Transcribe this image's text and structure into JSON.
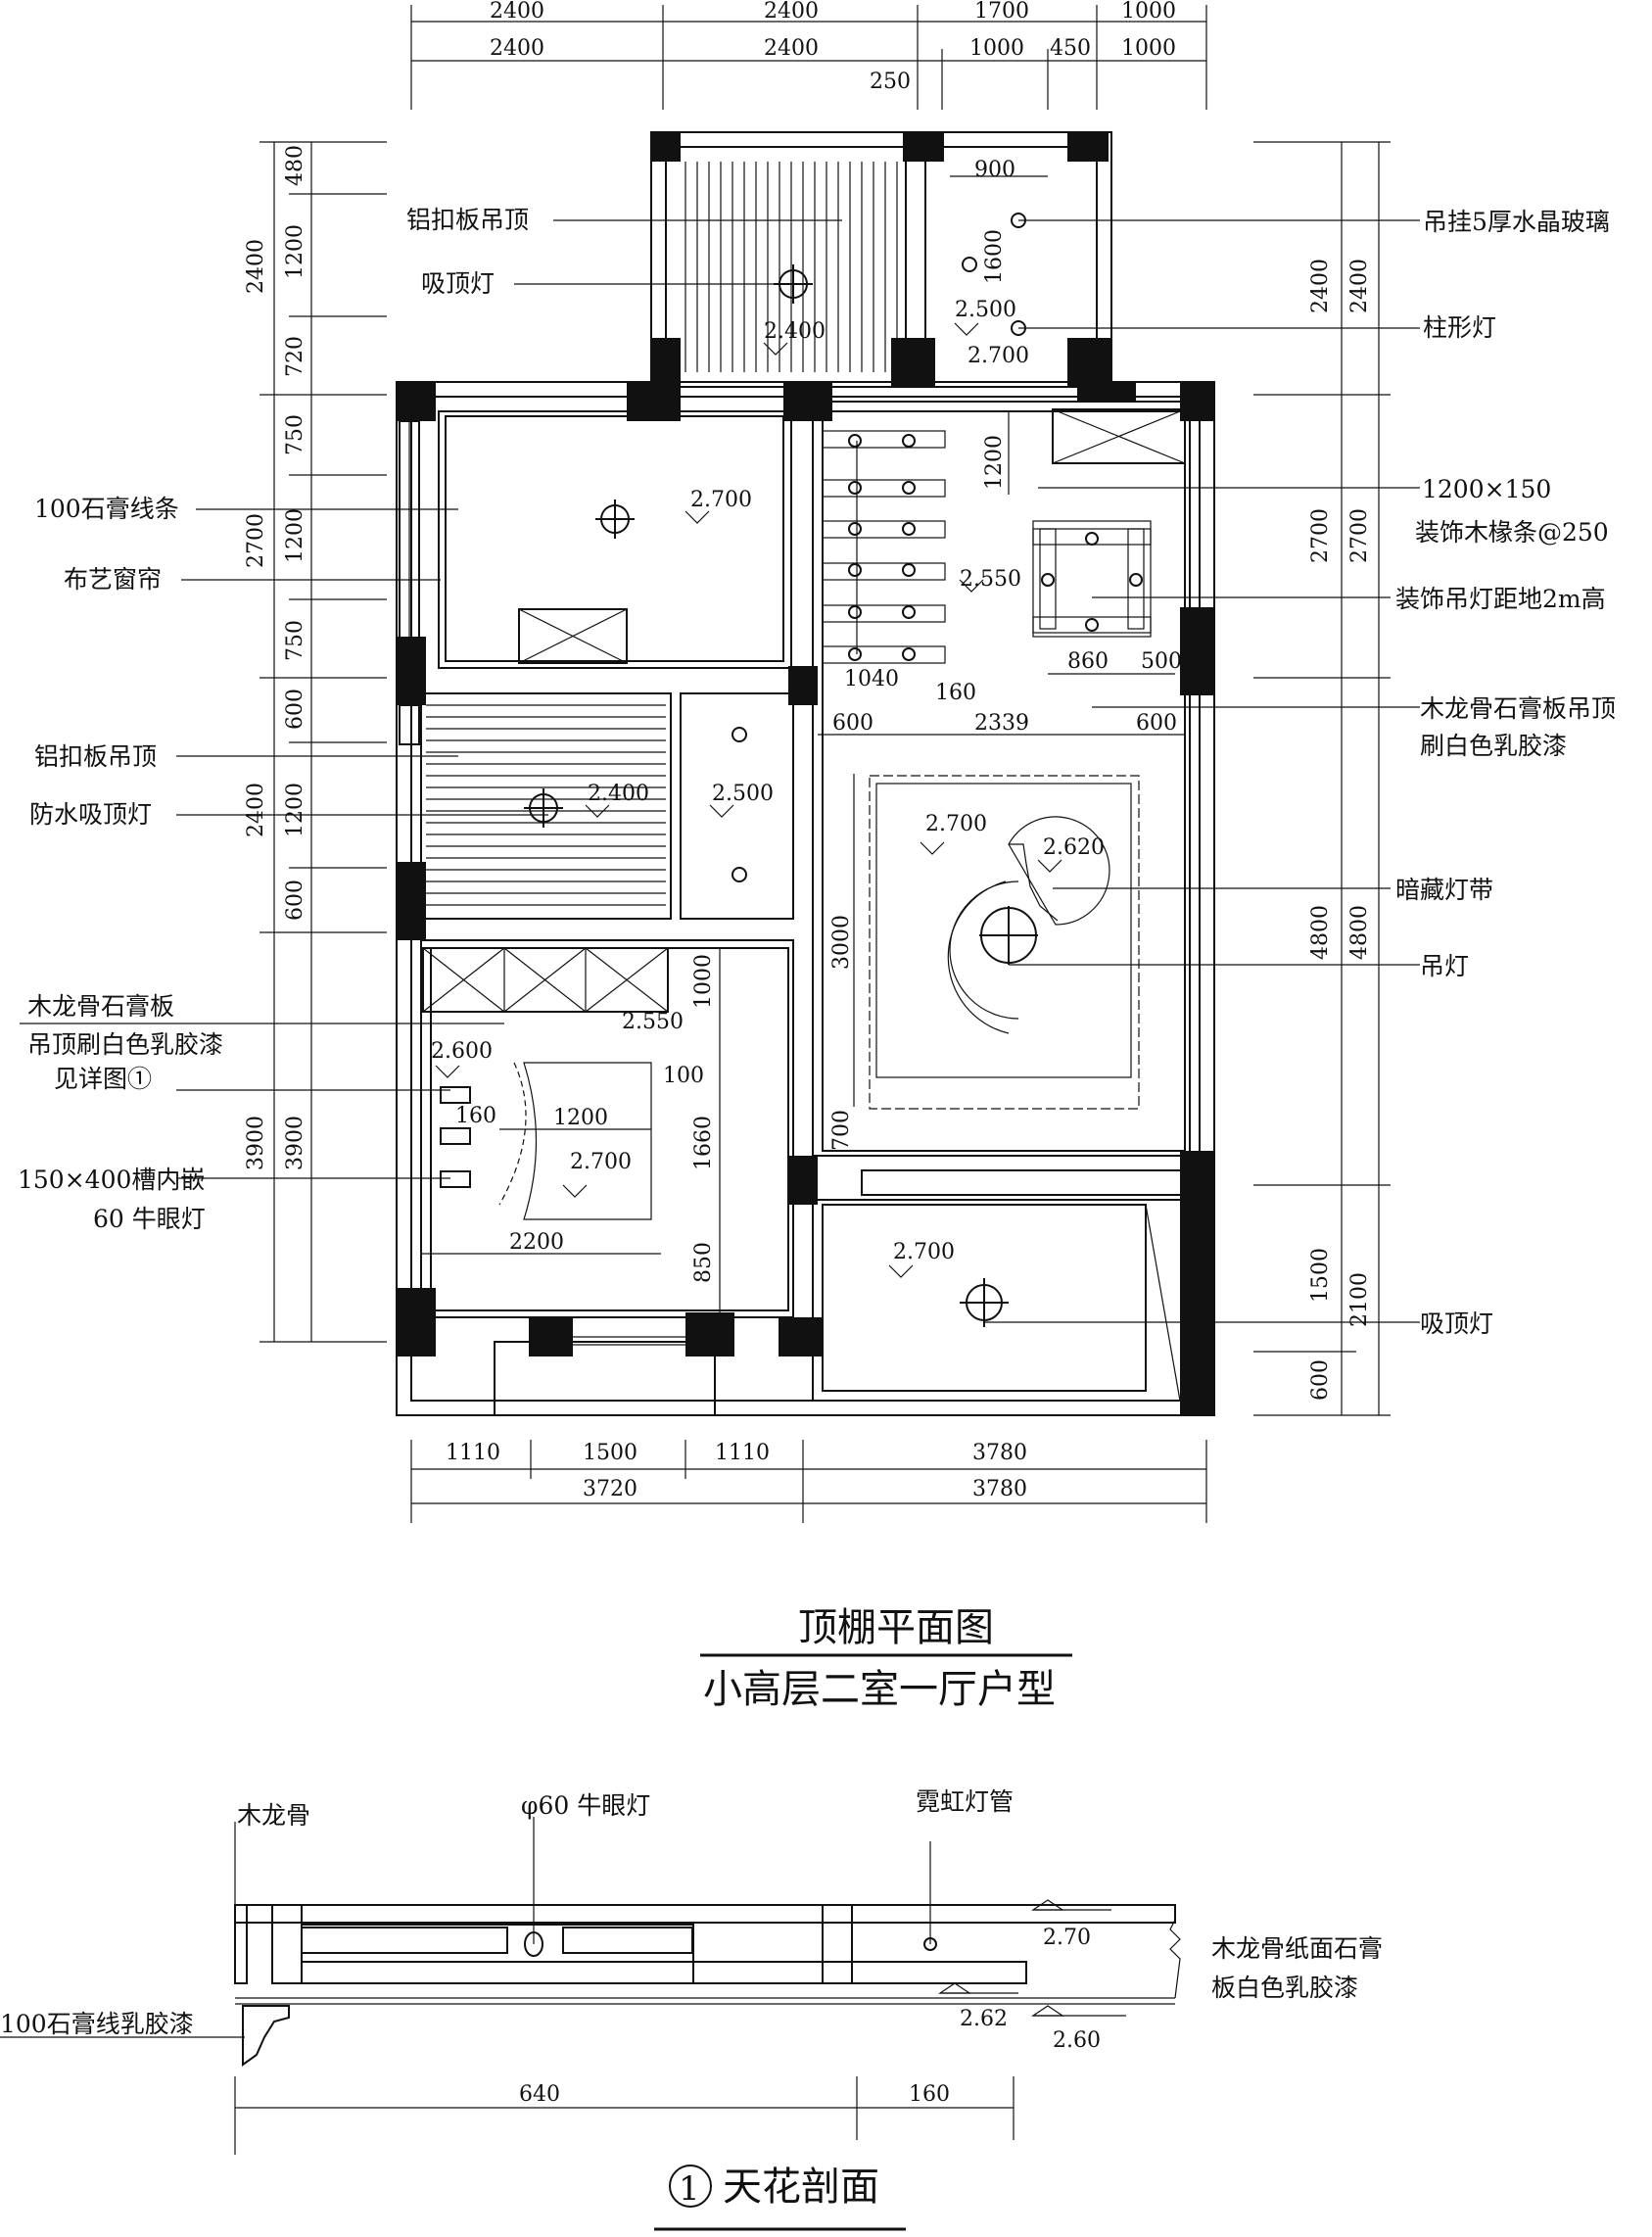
{
  "plan": {
    "title": "顶棚平面图",
    "subtitle": "小高层二室一厅户型",
    "top_dims_row1": [
      "2400",
      "2400",
      "1700",
      "1000"
    ],
    "top_dims_row2": [
      "2400",
      "2400",
      "1000",
      "450",
      "1000"
    ],
    "top_dim_250": "250",
    "bottom_dims_row1": [
      "1110",
      "1500",
      "1110",
      "3780"
    ],
    "bottom_dims_row2": [
      "3720",
      "3780"
    ],
    "left_dims_inner": [
      "480",
      "1200",
      "720",
      "750",
      "1200",
      "750",
      "600",
      "1200",
      "600",
      "3900"
    ],
    "left_dims_outer": [
      "2400",
      "2700",
      "2400",
      "3900"
    ],
    "right_dims_inner": [
      "2400",
      "2700",
      "4800",
      "1500",
      "600"
    ],
    "right_dims_outer": [
      "2400",
      "2700",
      "4800",
      "2100"
    ],
    "left_labels": [
      "铝扣板吊顶",
      "吸顶灯",
      "100石膏线条",
      "布艺窗帘",
      "铝扣板吊顶",
      "防水吸顶灯",
      "木龙骨石膏板",
      "吊顶刷白色乳胶漆",
      "见详图①",
      "150×400槽内嵌",
      "60 牛眼灯"
    ],
    "right_labels": [
      "吊挂5厚水晶玻璃",
      "柱形灯",
      "1200×150",
      "装饰木椽条@250",
      "装饰吊灯距地2m高",
      "木龙骨石膏板吊顶",
      "刷白色乳胶漆",
      "暗藏灯带",
      "吊灯",
      "吸顶灯"
    ],
    "elevations": [
      "2.400",
      "2.500",
      "2.700",
      "2.700",
      "2.550",
      "2.400",
      "2.500",
      "2.700",
      "2.620",
      "2.600",
      "2.550",
      "2.700",
      "2.700"
    ],
    "inner_dims": [
      "900",
      "1600",
      "1200",
      "1040",
      "160",
      "860",
      "500",
      "600",
      "2339",
      "600",
      "3000",
      "700",
      "1000",
      "1660",
      "850",
      "100",
      "160",
      "1200",
      "2200"
    ]
  },
  "section": {
    "title": "天花剖面",
    "number": "1",
    "labels": [
      "木龙骨",
      "φ60 牛眼灯",
      "霓虹灯管",
      "木龙骨纸面石膏",
      "板白色乳胶漆",
      "100石膏线乳胶漆"
    ],
    "elevations": [
      "2.70",
      "2.62",
      "2.60"
    ],
    "dims": [
      "640",
      "160"
    ]
  }
}
